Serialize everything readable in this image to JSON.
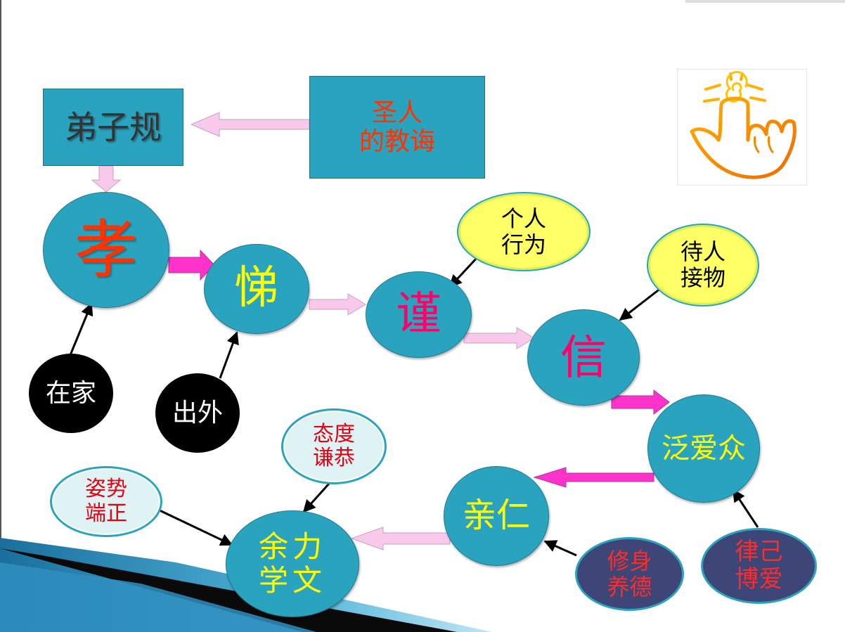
{
  "colors": {
    "teal": "#2aa3bf",
    "arrow_pink_light": "#f9c9ec",
    "arrow_magenta": "#ff33cc",
    "title_red": "#ff3300",
    "yellow": "#ffff00"
  },
  "nodes": {
    "dizigui": "弟子规",
    "shengren": "圣人\n的教诲",
    "xiao": "孝",
    "ti": "悌",
    "jin": "谨",
    "xin": "信",
    "fanaizhong": "泛爱众",
    "qinren": "亲仁",
    "yulixuewen": "余力\n学文",
    "zaijia": "在家",
    "chuwai": "出外",
    "gerenxingwei": "个人\n行为",
    "dairenjiewu": "待人\n接物",
    "taiduqiangong": "态度\n谦恭",
    "zishiduanzheng": "姿势\n端正",
    "xiushenyangde": "修身\n养德",
    "lvjiboai": "律己\n博爱"
  },
  "icons": {
    "hand": "pointing-hand-icon"
  }
}
